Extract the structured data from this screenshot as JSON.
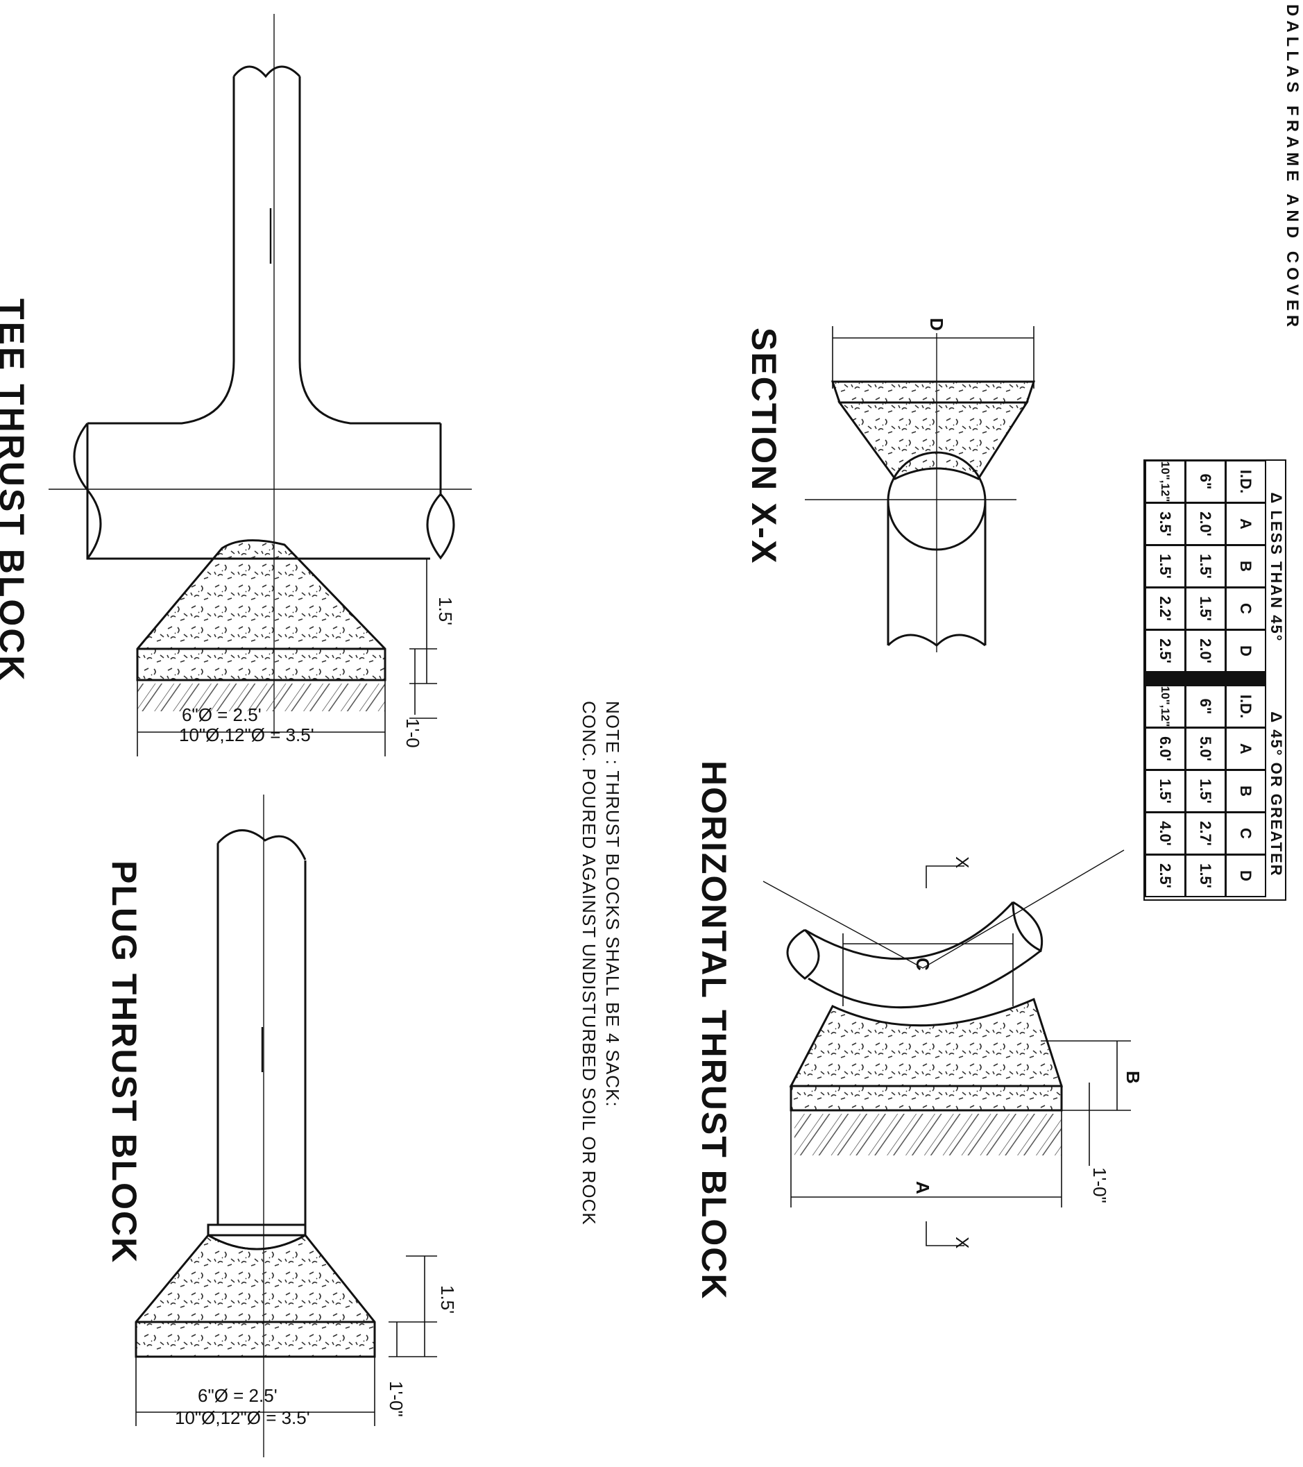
{
  "header": {
    "text": "DALLAS FRAME AND COVER"
  },
  "views": {
    "section": {
      "title": "SECTION X-X",
      "dim_d": "D"
    },
    "horizontal": {
      "title": "HORIZONTAL THRUST BLOCK",
      "dim_a": "A",
      "dim_b": "B",
      "dim_c": "C",
      "dim_depth": "1'-0\"",
      "section_mark_top": "X",
      "section_mark_bottom": "X"
    },
    "tee": {
      "title": "TEE THRUST BLOCK",
      "dim_height": "1.5'",
      "dim_depth": "1'-0",
      "width_small": "6\"Ø = 2.5'",
      "width_large": "10\"Ø,12\"Ø = 3.5'"
    },
    "plug": {
      "title": "PLUG THRUST BLOCK",
      "dim_height": "1.5'",
      "dim_depth": "1'-0\"",
      "width_small": "6\"Ø = 2.5'",
      "width_large": "10\"Ø,12\"Ø = 3.5'"
    }
  },
  "note": {
    "line1": "NOTE : THRUST BLOCKS SHALL BE 4 SACK:",
    "line2": "CONC. POURED AGAINST UNDISTURBED SOIL OR ROCK"
  },
  "table": {
    "group_left": "Δ LESS THAN 45°",
    "group_right": "Δ 45° OR GREATER",
    "columns": [
      "I.D.",
      "A",
      "B",
      "C",
      "D"
    ],
    "left_rows": [
      [
        "6\"",
        "2.0'",
        "1.5'",
        "1.5'",
        "2.0'"
      ],
      [
        "10\",12\"",
        "3.5'",
        "1.5'",
        "2.2'",
        "2.5'"
      ]
    ],
    "right_rows": [
      [
        "6\"",
        "5.0'",
        "1.5'",
        "2.7'",
        "1.5'"
      ],
      [
        "10\",12\"",
        "6.0'",
        "1.5'",
        "4.0'",
        "2.5'"
      ]
    ]
  }
}
